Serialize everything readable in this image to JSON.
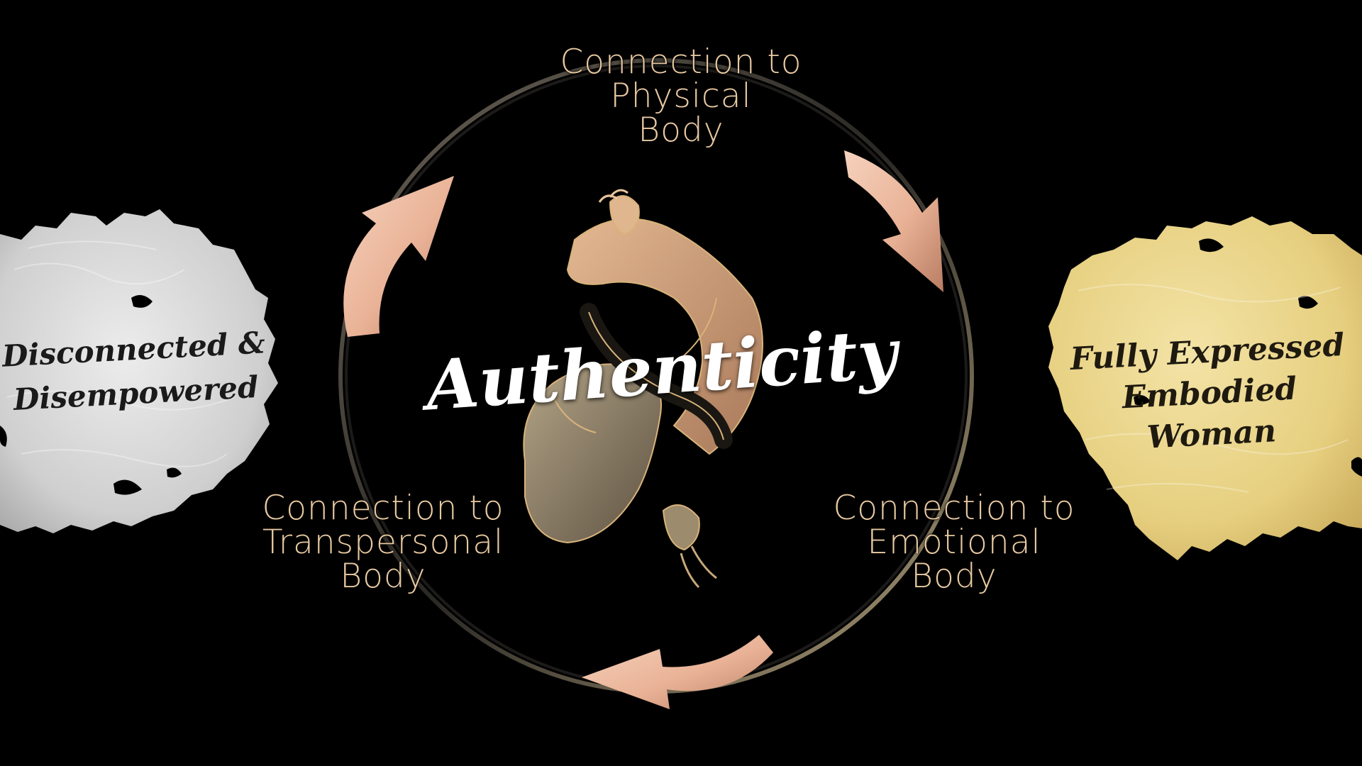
{
  "diagram": {
    "center": {
      "text": "Authenticity"
    },
    "nodes": [
      {
        "id": "physical",
        "text": "Connection to\nPhysical\nBody"
      },
      {
        "id": "emotional",
        "text": "Connection to\nEmotional\nBody"
      },
      {
        "id": "transpersonal",
        "text": "Connection to\nTranspersonal\nBody"
      }
    ],
    "start_state": {
      "text": "Disconnected &\nDisempowered"
    },
    "end_state": {
      "text": "Fully Expressed\nEmbodied\nWoman"
    }
  },
  "colors": {
    "background": "#000000",
    "label_text": "#e8c9a2",
    "arrow": "#e9b296",
    "ring": "#b3a27c",
    "start_blob": "#d8d8d8",
    "end_blob": "#ead58a",
    "figure_tan": "#c99b73",
    "figure_dark": "#8a7a62"
  }
}
